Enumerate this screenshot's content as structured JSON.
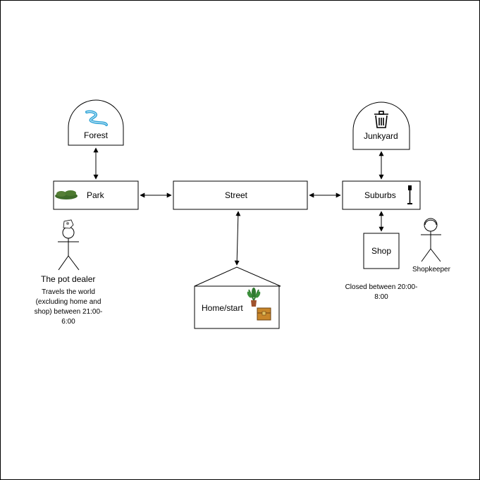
{
  "nodes": {
    "forest": "Forest",
    "junkyard": "Junkyard",
    "park": "Park",
    "street": "Street",
    "suburbs": "Suburbs",
    "shop": "Shop",
    "home": "Home/start"
  },
  "actors": {
    "pot_dealer": "The pot dealer",
    "shopkeeper": "Shopkeeper"
  },
  "notes": {
    "pot_dealer": "Travels the world (excluding home and shop) between 21:00-6:00",
    "shop": "Closed between 20:00-8:00"
  },
  "icons": {
    "forest": "river-icon",
    "junkyard": "trash-can-icon",
    "park": "bush-icon",
    "suburbs": "street-lamp-icon",
    "home_plant": "potted-plant-icon",
    "home_chest": "treasure-chest-icon",
    "pot_dealer_head": "cap-icon",
    "shopkeeper_head": "cap-icon"
  },
  "colors": {
    "line": "#000000",
    "river": "#2fa3d6",
    "bush": "#3f6b2a",
    "plant": "#2f7a2f",
    "pot": "#a0522d",
    "chest": "#c8862a"
  }
}
